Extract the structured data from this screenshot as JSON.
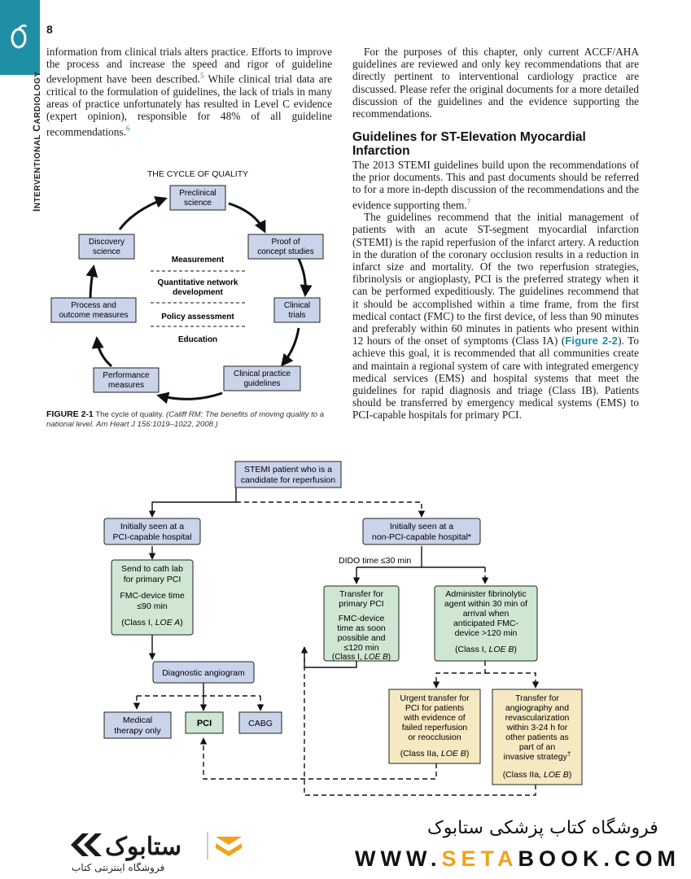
{
  "page": {
    "number": "8",
    "running_head": "Interventional Cardiology",
    "running_head_first": "I",
    "running_head_rest": "NTERVENTIONAL ",
    "running_head_c": "C",
    "running_head_rest2": "ARDIOLOGY"
  },
  "left_column": {
    "para1_a": "information from clinical trials alters practice. Efforts to improve the process and increase the speed and rigor of guideline development have been described.",
    "para1_ref1": "5",
    "para1_b": " While clinical trial data are critical to the formulation of guidelines, the lack of trials in many areas of practice unfortunately has resulted in Level C evidence (expert opinion), responsible for 48% of all guideline recommendations.",
    "para1_ref2": "6"
  },
  "right_column": {
    "para1": "For the purposes of this chapter, only current ACCF/AHA guidelines are reviewed and only key recommendations that are directly pertinent to interventional cardiology practice are discussed. Please refer the original documents for a more detailed discussion of the guidelines and the evidence supporting the recommendations.",
    "heading": "Guidelines for ST-Elevation Myocardial Infarction",
    "para2": "The 2013 STEMI guidelines build upon the recommendations of the prior documents. This and past documents should be referred to for a more in-depth discussion of the recommendations and the evidence supporting them.",
    "para2_ref": "7",
    "para3_a": "The guidelines recommend that the initial management of patients with an acute ST-segment myocardial infarction (STEMI) is the rapid reperfusion of the infarct artery. A reduction in the duration of the coronary occlusion results in a reduction in infarct size and mortality. Of the two reperfusion strategies, fibrinolysis or angioplasty, PCI is the preferred strategy when it can be performed expeditiously. The guidelines recommend that it should be accomplished within a time frame, from the first medical contact (FMC) to the first device, of less than 90 minutes and preferably within 60 minutes in patients who present within 12 hours of the onset of symptoms (Class IA) (",
    "para3_figref": "Figure 2-2",
    "para3_b": "). To achieve this goal, it is recommended that all communities create and maintain a regional system of care with integrated emergency medical services (EMS) and hospital systems that meet the guidelines for rapid diagnosis and triage (Class IB). Patients should be transferred by emergency medical systems (EMS) to PCI-capable hospitals for primary PCI."
  },
  "figure1": {
    "title": "THE CYCLE OF QUALITY",
    "nodes": {
      "preclinical_1": "Preclinical",
      "preclinical_2": "science",
      "proof_1": "Proof of",
      "proof_2": "concept studies",
      "clinical_trials_1": "Clinical",
      "clinical_trials_2": "trials",
      "guidelines_1": "Clinical practice",
      "guidelines_2": "guidelines",
      "performance_1": "Performance",
      "performance_2": "measures",
      "process_1": "Process and",
      "process_2": "outcome measures",
      "discovery_1": "Discovery",
      "discovery_2": "science"
    },
    "center": {
      "measurement": "Measurement",
      "qnd_1": "Quantitative network",
      "qnd_2": "development",
      "policy": "Policy assessment",
      "education": "Education"
    },
    "caption_label": "FIGURE 2-1",
    "caption_text": " The cycle of quality. ",
    "caption_source": "(Califf RM: The benefits of moving quality to a national level. Am Heart J 156:1019–1022, 2008.)"
  },
  "figure2": {
    "start_1": "STEMI patient who is a",
    "start_2": "candidate for reperfusion",
    "pci_hosp_1": "Initially seen at a",
    "pci_hosp_2": "PCI-capable hospital",
    "nonpci_1": "Initially seen at a",
    "nonpci_2": "non-PCI-capable hospital*",
    "dido": "DIDO time ≤30 min",
    "cath_1": "Send to cath lab",
    "cath_2": "for primary PCI",
    "cath_3": "FMC-device time",
    "cath_4": "≤90 min",
    "cath_5": "(Class I, ",
    "cath_loe": "LOE A",
    "cath_6": ")",
    "transfer_1": "Transfer for",
    "transfer_2": "primary PCI",
    "transfer_3": "FMC-device",
    "transfer_4": "time as soon",
    "transfer_5": "possible and",
    "transfer_6": "≤120 min",
    "transfer_7": "(Class I, ",
    "transfer_loe": "LOE B",
    "transfer_8": ")",
    "fib_1": "Administer fibrinolytic",
    "fib_2": "agent within 30 min of",
    "fib_3": "arrival when",
    "fib_4": "anticipated FMC-",
    "fib_5": "device >120 min",
    "fib_6": "(Class I, ",
    "fib_loe": "LOE B",
    "fib_7": ")",
    "diag": "Diagnostic angiogram",
    "medical_1": "Medical",
    "medical_2": "therapy only",
    "pci": "PCI",
    "cabg": "CABG",
    "urgent_1": "Urgent transfer for",
    "urgent_2": "PCI for patients",
    "urgent_3": "with evidence of",
    "urgent_4": "failed reperfusion",
    "urgent_5": "or reocclusion",
    "urgent_6": "(Class IIa, ",
    "urgent_loe": "LOE B",
    "urgent_7": ")",
    "ta_1": "Transfer for",
    "ta_2": "angiography and",
    "ta_3": "revascularization",
    "ta_4": "within 3-24 h for",
    "ta_5": "other patients as",
    "ta_6": "part of an",
    "ta_7": "invasive strategy",
    "ta_dagger": "†",
    "ta_8": "(Class IIa, ",
    "ta_loe": "LOE B",
    "ta_9": ")"
  },
  "footer": {
    "store_name": "فروشگاه کتاب پزشکی ستابوک",
    "url_a": "WWW.",
    "url_b": "SETA",
    "url_c": "BOOK.COM",
    "logo_sub": "فروشگاه اینترنتی کتاب",
    "logo_text": "ستابوک"
  },
  "colors": {
    "teal": "#1f8fa6",
    "box_blue": "#c9d3ea",
    "box_green": "#cfe6d2",
    "box_yellow": "#f5e9c2",
    "accent_orange": "#f0a21c"
  }
}
